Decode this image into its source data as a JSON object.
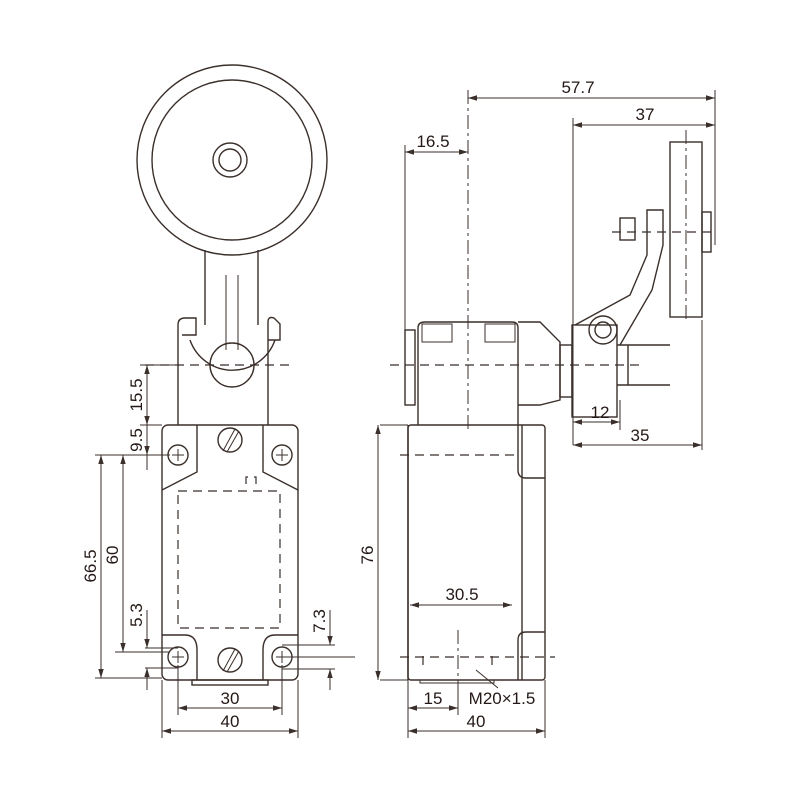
{
  "drawing": {
    "front_view": {
      "dimensions": {
        "d15_5": "15.5",
        "d9_5": "9.5",
        "d66_5": "66.5",
        "d60": "60",
        "d5_3": "5.3",
        "d7_3": "7.3",
        "d30": "30",
        "d40": "40"
      }
    },
    "side_view": {
      "dimensions": {
        "d57_7": "57.7",
        "d37": "37",
        "d16_5": "16.5",
        "d12": "12",
        "d35": "35",
        "d76": "76",
        "d30_5": "30.5",
        "d15": "15",
        "d40": "40",
        "thread": "M20×1.5"
      }
    },
    "line_color": "#3a2f2a"
  }
}
